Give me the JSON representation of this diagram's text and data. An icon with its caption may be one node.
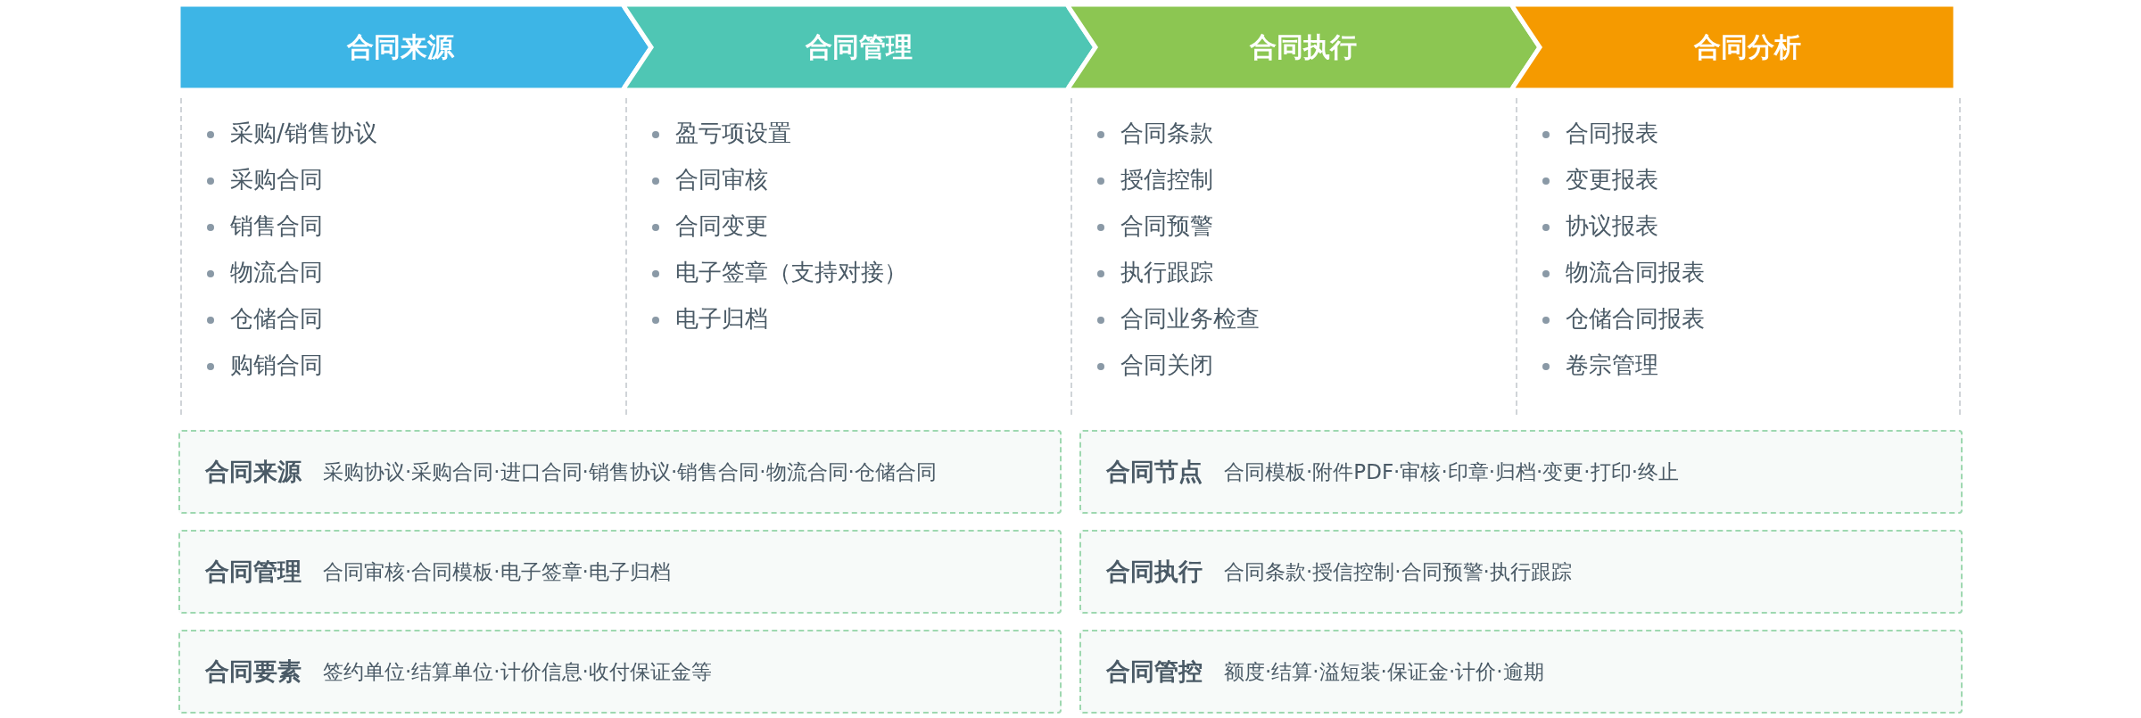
{
  "diagram": {
    "nodes": [
      {
        "text": [
          "合同来源"
        ]
      },
      {
        "text": [
          "合同管理"
        ]
      },
      {
        "text": [
          "合同执行"
        ]
      },
      {
        "text": [
          "合同分析"
        ]
      },
      {
        "text": [
          "采购/销售协议",
          "采购合同",
          "销售合同",
          "物流合同",
          "仓储合同",
          "购销合同"
        ]
      },
      {
        "text": [
          "盈亏项设置",
          "合同审核",
          "合同变更",
          "电子签章（支持对接）",
          "电子归档"
        ]
      },
      {
        "text": [
          "合同条款",
          "授信控制",
          "合同预警",
          "执行跟踪",
          "合同业务检查",
          "合同关闭"
        ]
      },
      {
        "text": [
          "合同报表",
          "变更报表",
          "协议报表",
          "物流合同报表",
          "仓储合同报表",
          "卷宗管理"
        ]
      },
      {
        "text": [
          "合同来源",
          "采购协议·采购合同·进口合同·销售协议·销售合同·物流合同·仓储合同"
        ]
      },
      {
        "text": [
          "合同节点",
          "合同模板·附件PDF·审核·印章·归档·变更·打印·终止"
        ]
      },
      {
        "text": [
          "合同管理",
          "合同审核·合同模板·电子签章·电子归档"
        ]
      },
      {
        "text": [
          "合同执行",
          "合同条款·授信控制·合同预警·执行跟踪"
        ]
      },
      {
        "text": [
          "合同要素",
          "签约单位·结算单位·计价信息·收付保证金等"
        ]
      },
      {
        "text": [
          "合同管控",
          "额度·结算·溢短装·保证金·计价·逾期"
        ]
      }
    ]
  }
}
